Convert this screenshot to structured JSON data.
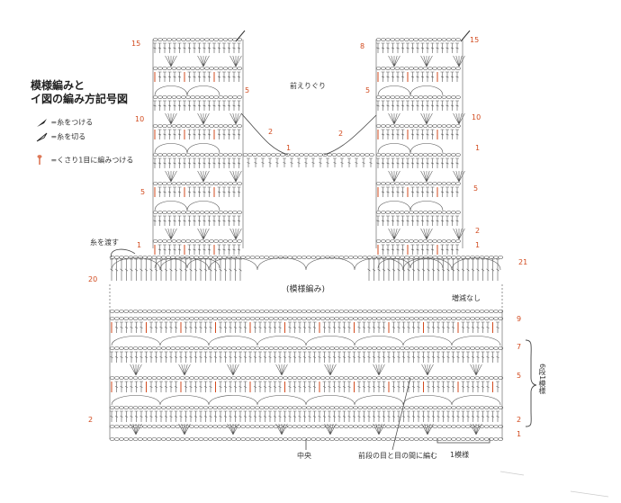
{
  "title": {
    "line1": "模様編みと",
    "line2": "イ図の編み方記号図"
  },
  "legend": [
    {
      "icon": "attach-yarn-icon",
      "text": "=糸をつける"
    },
    {
      "icon": "cut-yarn-icon",
      "text": "=糸を切る"
    },
    {
      "icon": "chain-join-icon",
      "text": "=くさり1目に編みつける"
    }
  ],
  "labels": {
    "neckline": "前えりぐり",
    "pass_yarn": "糸を渡す",
    "pattern": "(模様編み)",
    "no_inc_dec": "増減なし",
    "center": "中央",
    "between_stitches": "前段の目と目の間に編む",
    "one_pattern": "1模様",
    "six_rows": "6段1模様"
  },
  "row_numbers": {
    "left_strap": [
      "15",
      "5",
      "10",
      "2",
      "1",
      "5",
      "1",
      "20"
    ],
    "left_strap_dark": [
      "5",
      "2"
    ],
    "right_strap": [
      "8",
      "15",
      "5",
      "10",
      "2",
      "1",
      "5",
      "2",
      "1",
      "21"
    ],
    "right_strap_dark": [
      "5",
      "2",
      "1"
    ],
    "body_right": [
      "9",
      "7",
      "5",
      "2",
      "1"
    ],
    "body_left": [
      "2"
    ]
  },
  "colors": {
    "ink": "#555555",
    "accent": "#d24a1e",
    "paper": "#ffffff"
  }
}
